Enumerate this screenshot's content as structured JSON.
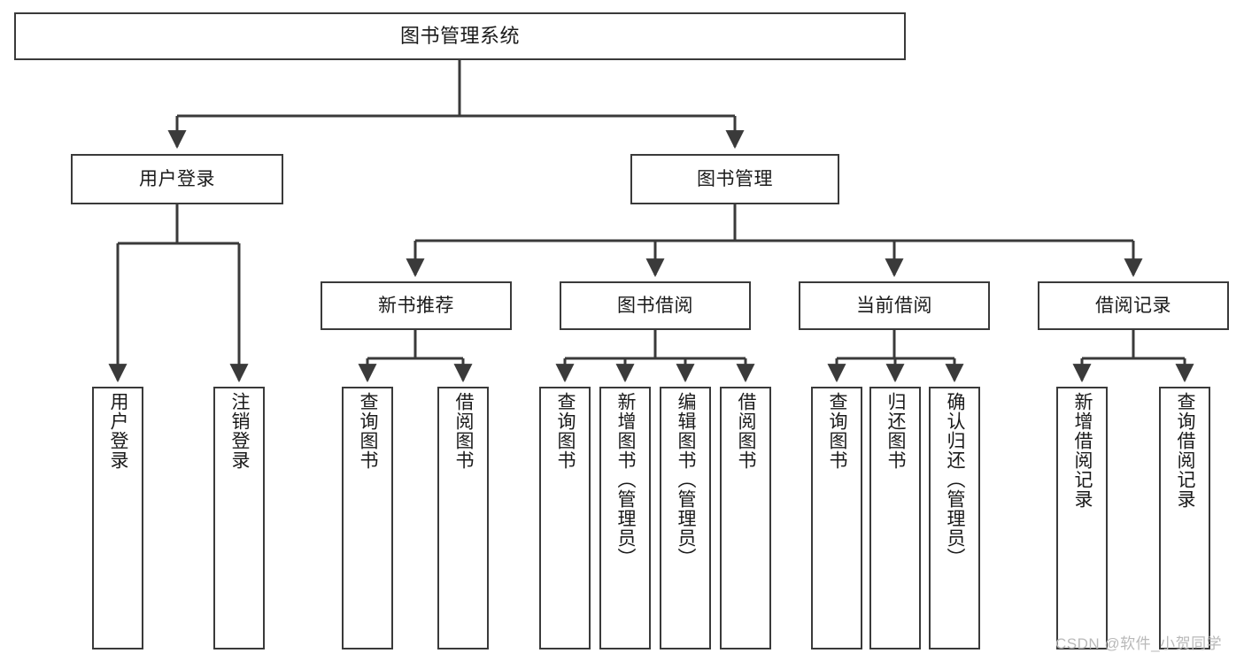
{
  "diagram": {
    "title": "图书管理系统",
    "type": "tree-hierarchy",
    "root": {
      "label": "图书管理系统"
    },
    "level2": [
      {
        "label": "用户登录"
      },
      {
        "label": "图书管理"
      }
    ],
    "level3": [
      {
        "label": "新书推荐"
      },
      {
        "label": "图书借阅"
      },
      {
        "label": "当前借阅"
      },
      {
        "label": "借阅记录"
      }
    ],
    "leaves": {
      "user_login": [
        {
          "label": "用户登录"
        },
        {
          "label": "注销登录"
        }
      ],
      "new_book_recommend": [
        {
          "label": "查询图书"
        },
        {
          "label": "借阅图书"
        }
      ],
      "book_borrow": [
        {
          "label": "查询图书"
        },
        {
          "label": "新增图书（管理员）"
        },
        {
          "label": "编辑图书（管理员）"
        },
        {
          "label": "借阅图书"
        }
      ],
      "current_borrow": [
        {
          "label": "查询图书"
        },
        {
          "label": "归还图书"
        },
        {
          "label": "确认归还（管理员）"
        }
      ],
      "borrow_record": [
        {
          "label": "新增借阅记录"
        },
        {
          "label": "查询借阅记录"
        }
      ]
    }
  },
  "watermark": {
    "text": "CSDN @软件_小贺同学"
  },
  "colors": {
    "stroke": "#3a3a3a",
    "text": "#1a1a1a",
    "background": "#ffffff",
    "watermark": "#b9b9b9"
  }
}
